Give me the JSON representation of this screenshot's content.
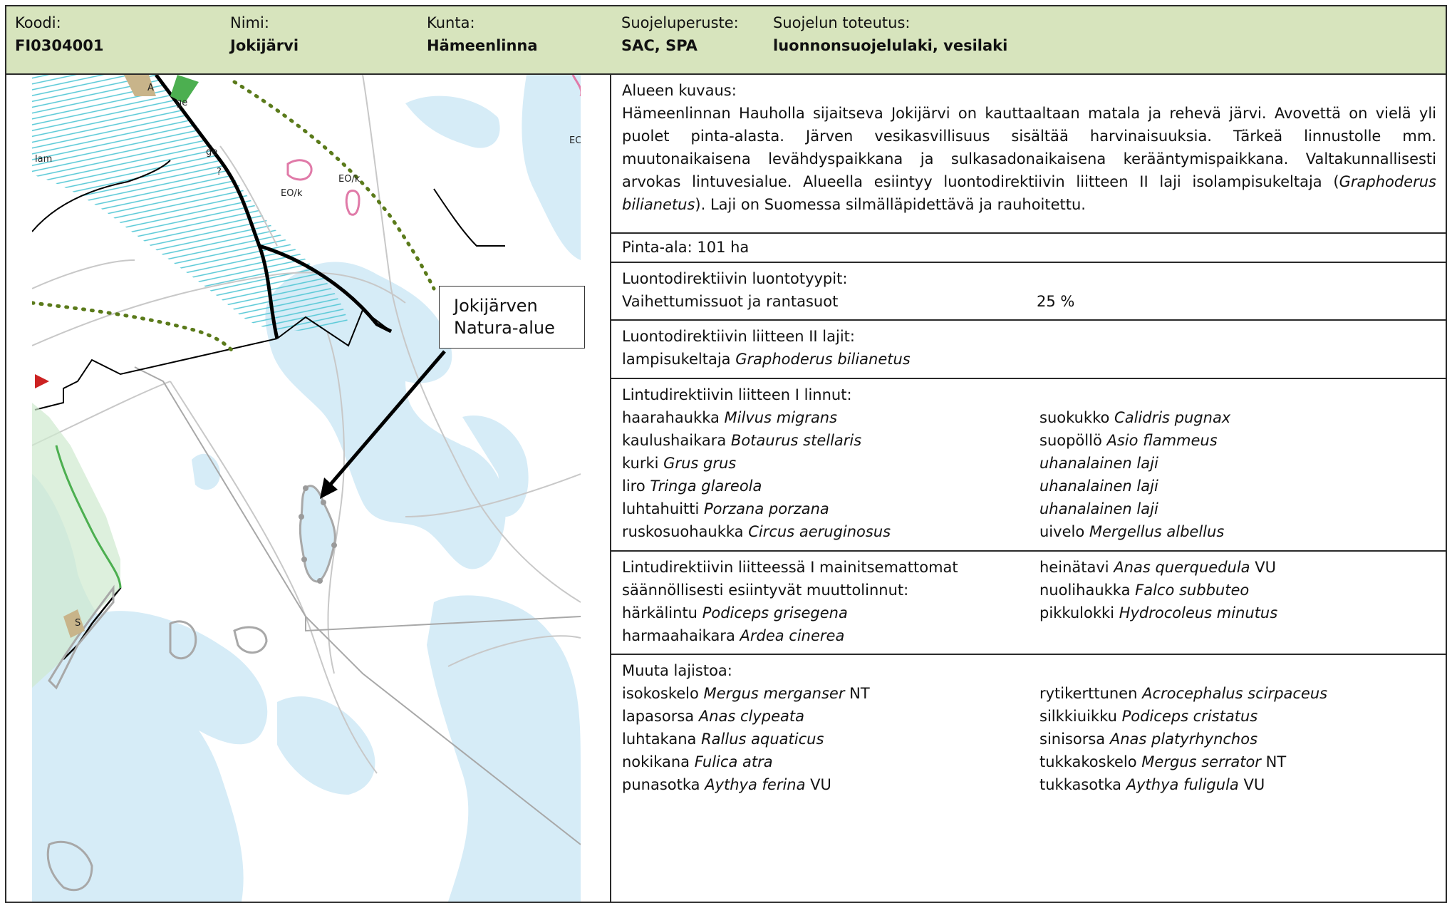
{
  "header": {
    "koodi_label": "Koodi:",
    "koodi": "FI0304001",
    "nimi_label": "Nimi:",
    "nimi": "Jokijärvi",
    "kunta_label": "Kunta:",
    "kunta": "Hämeenlinna",
    "peruste_label": "Suojeluperuste:",
    "peruste": "SAC, SPA",
    "toteutus_label": "Suojelun toteutus:",
    "toteutus": "luonnonsuojelulaki, vesilaki"
  },
  "map": {
    "callout_line1": "Jokijärven",
    "callout_line2": "Natura-alue",
    "labels": [
      "ge",
      "ge",
      "?",
      "lam",
      "EO/k",
      "EO/k",
      "EC",
      "A",
      "S"
    ],
    "colors": {
      "water": "#d6ecf7",
      "hatch": "#56c8d6",
      "boundary": "#000000",
      "road": "#c8c8c8",
      "dotted": "#5a7a1a",
      "pink": "#e07aa8",
      "green": "#4caf50"
    }
  },
  "description": {
    "label": "Alueen kuvaus:",
    "text_a": "Hämeenlinnan Hauholla sijaitseva Jokijärvi on kauttaaltaan matala ja rehevä järvi. Avovettä on vielä yli puolet pinta-alasta. Järven vesikasvillisuus sisältää harvinaisuuksia. Tärkeä linnustolle mm. muutonaikaisena levähdyspaikkana ja sulkasadonaikaisena kerääntymispaikkana. Valtakunnallisesti arvokas lintuvesialue. Alueella esiintyy luontodirektiivin liitteen II laji isolampisukeltaja (",
    "text_italic": "Graphoderus bilianetus",
    "text_b": "). Laji on Suomessa silmälläpidettävä ja rauhoitettu."
  },
  "area": {
    "text": "Pinta-ala: 101 ha"
  },
  "habitats": {
    "label": "Luontodirektiivin luontotyypit:",
    "items": [
      {
        "name": "Vaihettumissuot ja rantasuot",
        "pct": "25 %"
      }
    ]
  },
  "annex2": {
    "label": "Luontodirektiivin liitteen II lajit:",
    "items": [
      {
        "common": "lampisukeltaja",
        "latin": "Graphoderus bilianetus"
      }
    ]
  },
  "birds1": {
    "label": "Lintudirektiivin liitteen I linnut:",
    "left": [
      {
        "common": "haarahaukka",
        "latin": "Milvus migrans"
      },
      {
        "common": "kaulushaikara",
        "latin": "Botaurus stellaris"
      },
      {
        "common": "kurki",
        "latin": "Grus grus"
      },
      {
        "common": "liro",
        "latin": "Tringa glareola"
      },
      {
        "common": "luhtahuitti",
        "latin": "Porzana porzana"
      },
      {
        "common": "ruskosuohaukka",
        "latin": "Circus aeruginosus"
      }
    ],
    "right": [
      {
        "common": "suokukko",
        "latin": "Calidris pugnax"
      },
      {
        "common": "suopöllö",
        "latin": "Asio flammeus"
      },
      {
        "common": "",
        "latin": "uhanalainen laji"
      },
      {
        "common": "",
        "latin": "uhanalainen laji"
      },
      {
        "common": "",
        "latin": "uhanalainen laji"
      },
      {
        "common": "uivelo",
        "latin": "Mergellus albellus"
      }
    ]
  },
  "migrants": {
    "label1": "Lintudirektiivin liitteessä I mainitsemattomat",
    "label2": "säännöllisesti esiintyvät muuttolinnut:",
    "left": [
      {
        "common": "härkälintu",
        "latin": "Podiceps grisegena"
      },
      {
        "common": "harmaahaikara",
        "latin": "Ardea cinerea"
      }
    ],
    "right": [
      {
        "common": "heinätavi",
        "latin": "Anas querquedula",
        "status": "VU"
      },
      {
        "common": "nuolihaukka",
        "latin": "Falco subbuteo",
        "status": ""
      },
      {
        "common": "pikkulokki",
        "latin": "Hydrocoleus minutus",
        "status": ""
      }
    ]
  },
  "other": {
    "label": "Muuta lajistoa:",
    "left": [
      {
        "common": "isokoskelo",
        "latin": "Mergus merganser",
        "status": "NT"
      },
      {
        "common": "lapasorsa",
        "latin": "Anas clypeata",
        "status": ""
      },
      {
        "common": "luhtakana",
        "latin": "Rallus aquaticus",
        "status": ""
      },
      {
        "common": "nokikana",
        "latin": "Fulica atra",
        "status": ""
      },
      {
        "common": "punasotka",
        "latin": "Aythya ferina",
        "status": "VU"
      }
    ],
    "right": [
      {
        "common": "rytikerttunen",
        "latin": "Acrocephalus scirpaceus",
        "status": ""
      },
      {
        "common": "silkkiuikku",
        "latin": "Podiceps cristatus",
        "status": ""
      },
      {
        "common": "sinisorsa",
        "latin": "Anas platyrhynchos",
        "status": ""
      },
      {
        "common": "tukkakoskelo",
        "latin": "Mergus serrator",
        "status": "NT"
      },
      {
        "common": "tukkasotka",
        "latin": "Aythya fuligula",
        "status": "VU"
      }
    ]
  }
}
